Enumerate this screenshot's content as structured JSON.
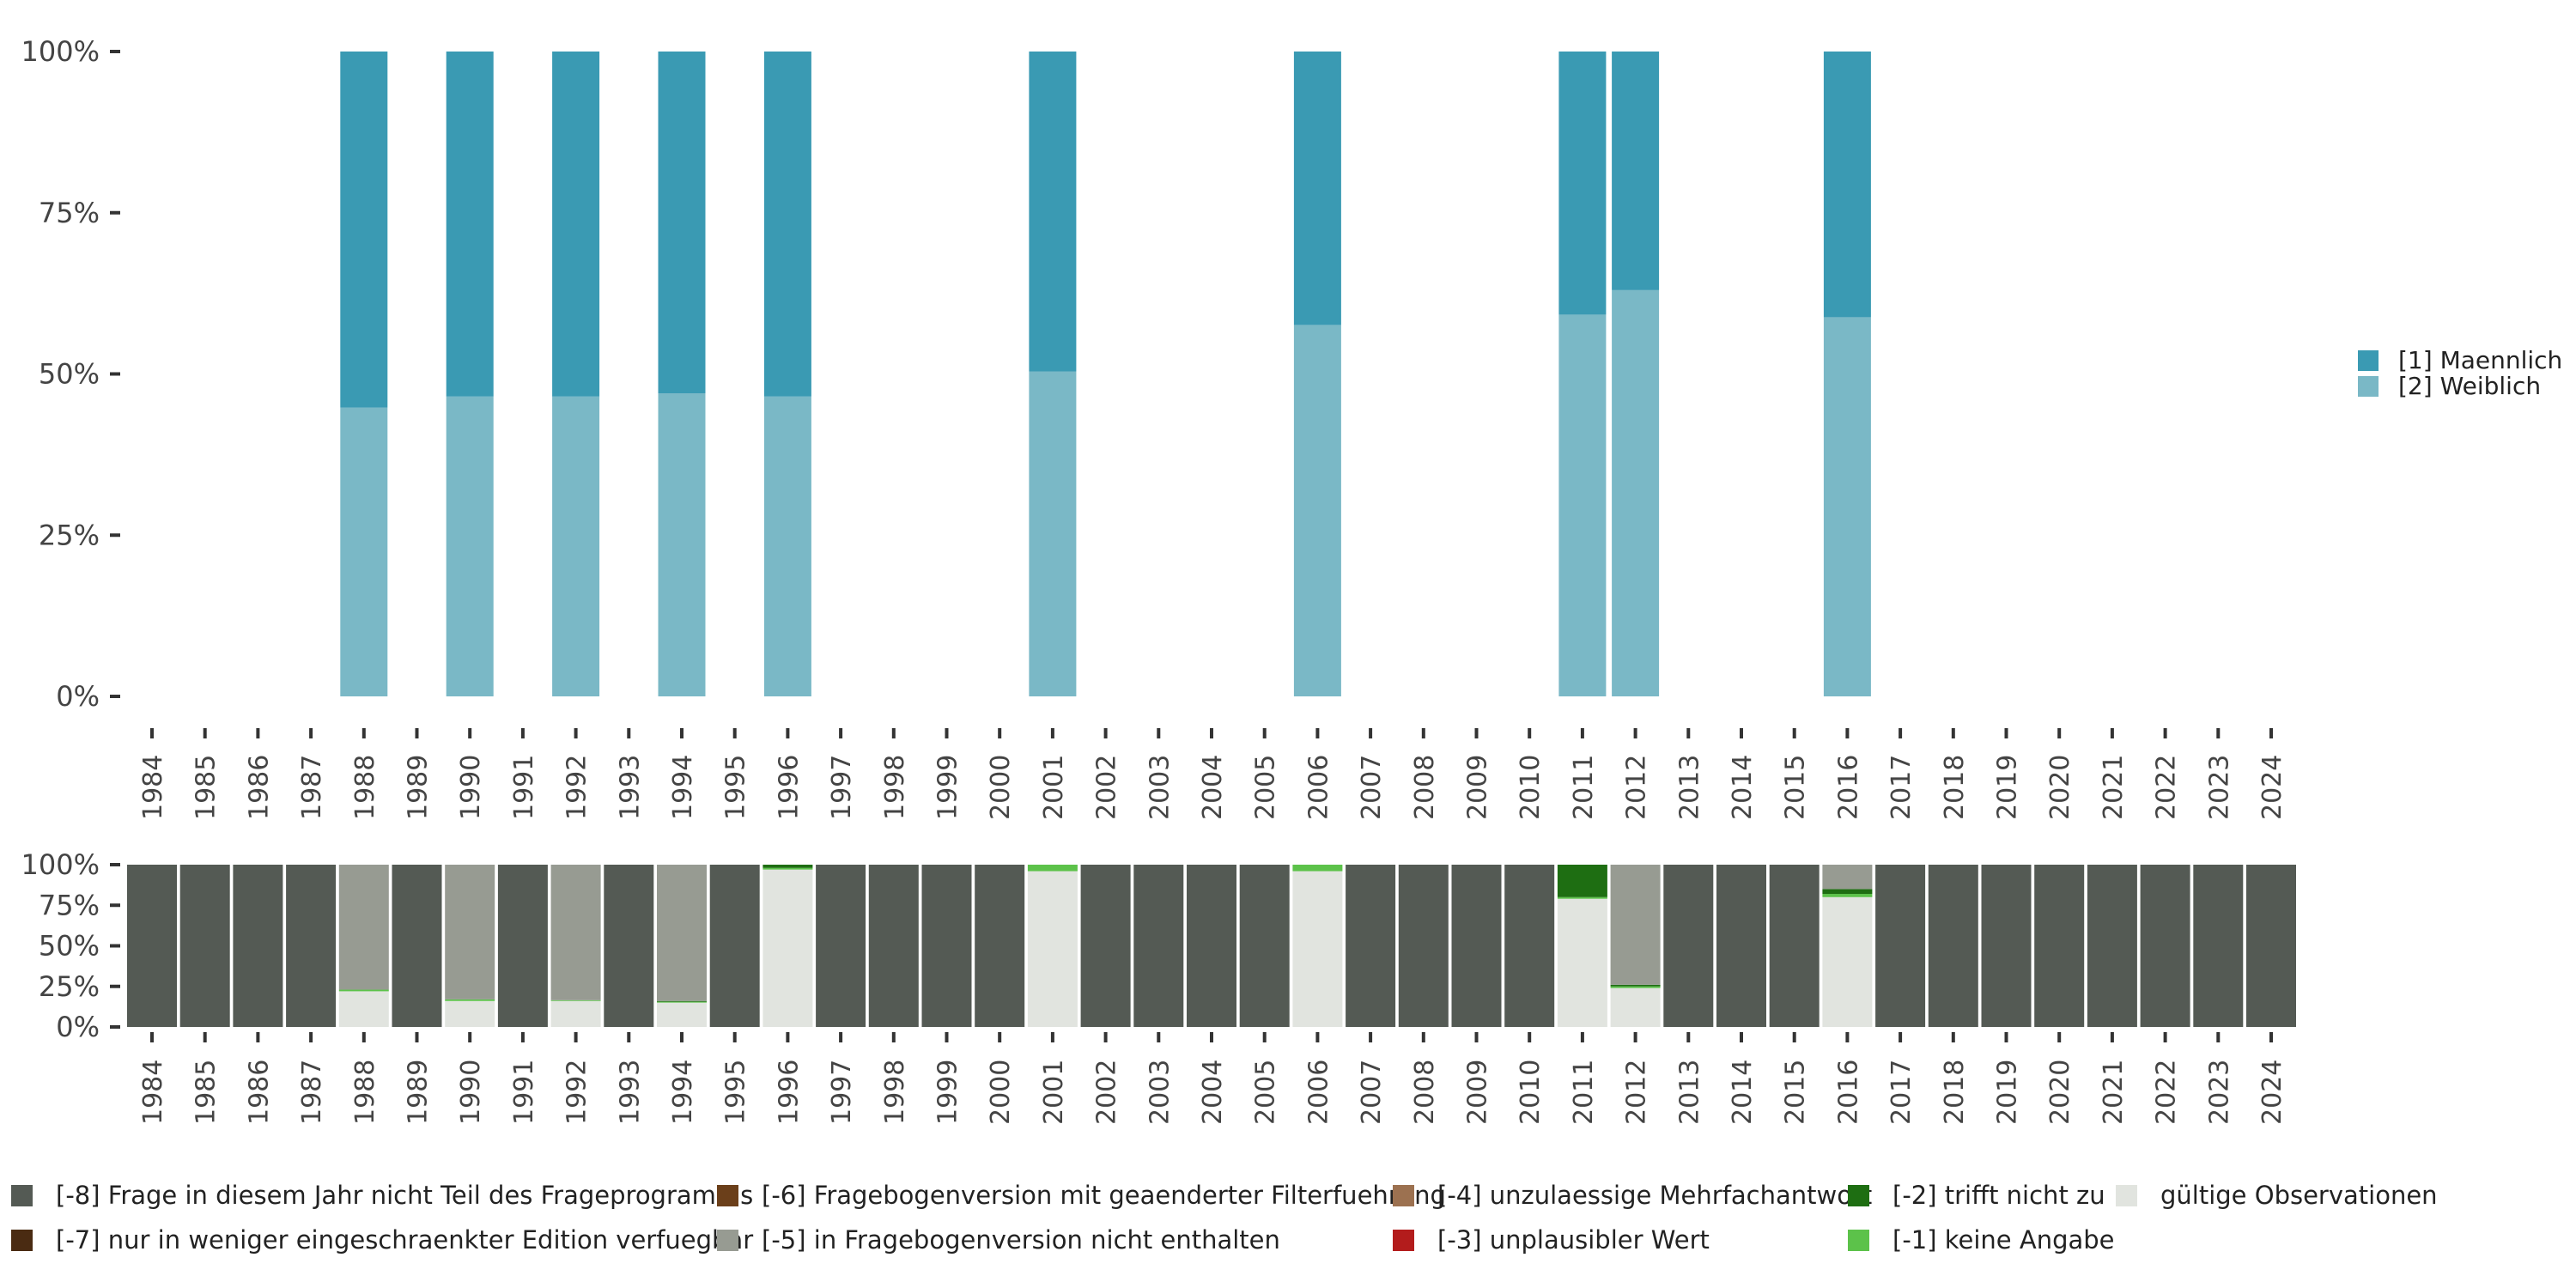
{
  "chart_data": [
    {
      "type": "bar",
      "stacked": true,
      "normalized": true,
      "years": [
        "1984",
        "1985",
        "1986",
        "1987",
        "1988",
        "1989",
        "1990",
        "1991",
        "1992",
        "1993",
        "1994",
        "1995",
        "1996",
        "1997",
        "1998",
        "1999",
        "2000",
        "2001",
        "2002",
        "2003",
        "2004",
        "2005",
        "2006",
        "2007",
        "2008",
        "2009",
        "2010",
        "2011",
        "2012",
        "2013",
        "2014",
        "2015",
        "2016",
        "2017",
        "2018",
        "2019",
        "2020",
        "2021",
        "2022",
        "2023",
        "2024"
      ],
      "y_ticks": [
        "0%",
        "25%",
        "50%",
        "75%",
        "100%"
      ],
      "ylim": [
        0,
        100
      ],
      "grid": false,
      "legend_position": "right",
      "series": [
        {
          "name": "[2] Weiblich",
          "color": "#7ab8c6",
          "values": {
            "1988": 44.8,
            "1990": 46.5,
            "1992": 46.5,
            "1994": 47.0,
            "1996": 46.5,
            "2001": 50.4,
            "2006": 57.6,
            "2011": 59.2,
            "2012": 63.0,
            "2016": 58.8
          }
        },
        {
          "name": "[1] Maennlich",
          "color": "#3a9ab3",
          "values": {
            "1988": 55.2,
            "1990": 53.5,
            "1992": 53.5,
            "1994": 53.0,
            "1996": 53.5,
            "2001": 49.6,
            "2006": 42.4,
            "2011": 40.8,
            "2012": 37.0,
            "2016": 41.2
          }
        }
      ],
      "legend": [
        {
          "name": "[1] Maennlich",
          "color": "#3a9ab3"
        },
        {
          "name": "[2] Weiblich",
          "color": "#7ab8c6"
        }
      ]
    },
    {
      "type": "bar",
      "stacked": true,
      "normalized": true,
      "years": [
        "1984",
        "1985",
        "1986",
        "1987",
        "1988",
        "1989",
        "1990",
        "1991",
        "1992",
        "1993",
        "1994",
        "1995",
        "1996",
        "1997",
        "1998",
        "1999",
        "2000",
        "2001",
        "2002",
        "2003",
        "2004",
        "2005",
        "2006",
        "2007",
        "2008",
        "2009",
        "2010",
        "2011",
        "2012",
        "2013",
        "2014",
        "2015",
        "2016",
        "2017",
        "2018",
        "2019",
        "2020",
        "2021",
        "2022",
        "2023",
        "2024"
      ],
      "y_ticks": [
        "0%",
        "25%",
        "50%",
        "75%",
        "100%"
      ],
      "ylim": [
        0,
        100
      ],
      "grid": false,
      "legend_position": "bottom",
      "stack_order": [
        "valid",
        "m1",
        "m2",
        "m5",
        "m8"
      ],
      "categories": {
        "m8": {
          "name": "[-8] Frage in diesem Jahr nicht Teil des Frageprogramms",
          "color": "#545a54"
        },
        "m7": {
          "name": "[-7] nur in weniger eingeschraenkter Edition verfuegbar",
          "color": "#4a2b12"
        },
        "m6": {
          "name": "[-6] Fragebogenversion mit geaenderter Filterfuehrung",
          "color": "#6b3f1a"
        },
        "m5": {
          "name": "[-5] in Fragebogenversion nicht enthalten",
          "color": "#979b92"
        },
        "m4": {
          "name": "[-4] unzulaessige Mehrfachantwort",
          "color": "#9c7150"
        },
        "m3": {
          "name": "[-3] unplausibler Wert",
          "color": "#b31c1c"
        },
        "m2": {
          "name": "[-2] trifft nicht zu",
          "color": "#1e6e12"
        },
        "m1": {
          "name": "[-1] keine Angabe",
          "color": "#5cc24a"
        },
        "valid": {
          "name": "gültige Observationen",
          "color": "#e1e4df"
        }
      },
      "values": {
        "1984": {
          "m8": 100
        },
        "1985": {
          "m8": 100
        },
        "1986": {
          "m8": 100
        },
        "1987": {
          "m8": 100
        },
        "1988": {
          "valid": 22,
          "m1": 1,
          "m5": 77
        },
        "1989": {
          "m8": 100
        },
        "1990": {
          "valid": 16,
          "m1": 1,
          "m5": 83
        },
        "1991": {
          "m8": 100
        },
        "1992": {
          "valid": 16,
          "m1": 0.5,
          "m5": 83.5
        },
        "1993": {
          "m8": 100
        },
        "1994": {
          "valid": 15,
          "m1": 0.5,
          "m2": 0.5,
          "m5": 84
        },
        "1995": {
          "m8": 100
        },
        "1996": {
          "valid": 97,
          "m1": 1,
          "m2": 2
        },
        "1997": {
          "m8": 100
        },
        "1998": {
          "m8": 100
        },
        "1999": {
          "m8": 100
        },
        "2000": {
          "m8": 100
        },
        "2001": {
          "valid": 96,
          "m1": 4
        },
        "2002": {
          "m8": 100
        },
        "2003": {
          "m8": 100
        },
        "2004": {
          "m8": 100
        },
        "2005": {
          "m8": 100
        },
        "2006": {
          "valid": 96,
          "m1": 4
        },
        "2007": {
          "m8": 100
        },
        "2008": {
          "m8": 100
        },
        "2009": {
          "m8": 100
        },
        "2010": {
          "m8": 100
        },
        "2011": {
          "valid": 79,
          "m1": 1,
          "m2": 20
        },
        "2012": {
          "valid": 24,
          "m1": 1,
          "m2": 1,
          "m5": 74
        },
        "2013": {
          "m8": 100
        },
        "2014": {
          "m8": 100
        },
        "2015": {
          "m8": 100
        },
        "2016": {
          "valid": 80,
          "m1": 2,
          "m2": 3,
          "m5": 15
        },
        "2017": {
          "m8": 100
        },
        "2018": {
          "m8": 100
        },
        "2019": {
          "m8": 100
        },
        "2020": {
          "m8": 100
        },
        "2021": {
          "m8": 100
        },
        "2022": {
          "m8": 100
        },
        "2023": {
          "m8": 100
        },
        "2024": {
          "m8": 100
        }
      },
      "legend_rows": [
        [
          "m8",
          "m6",
          "m4",
          "m2",
          "valid"
        ],
        [
          "m7",
          "m5",
          "m3",
          "m1"
        ]
      ]
    }
  ]
}
